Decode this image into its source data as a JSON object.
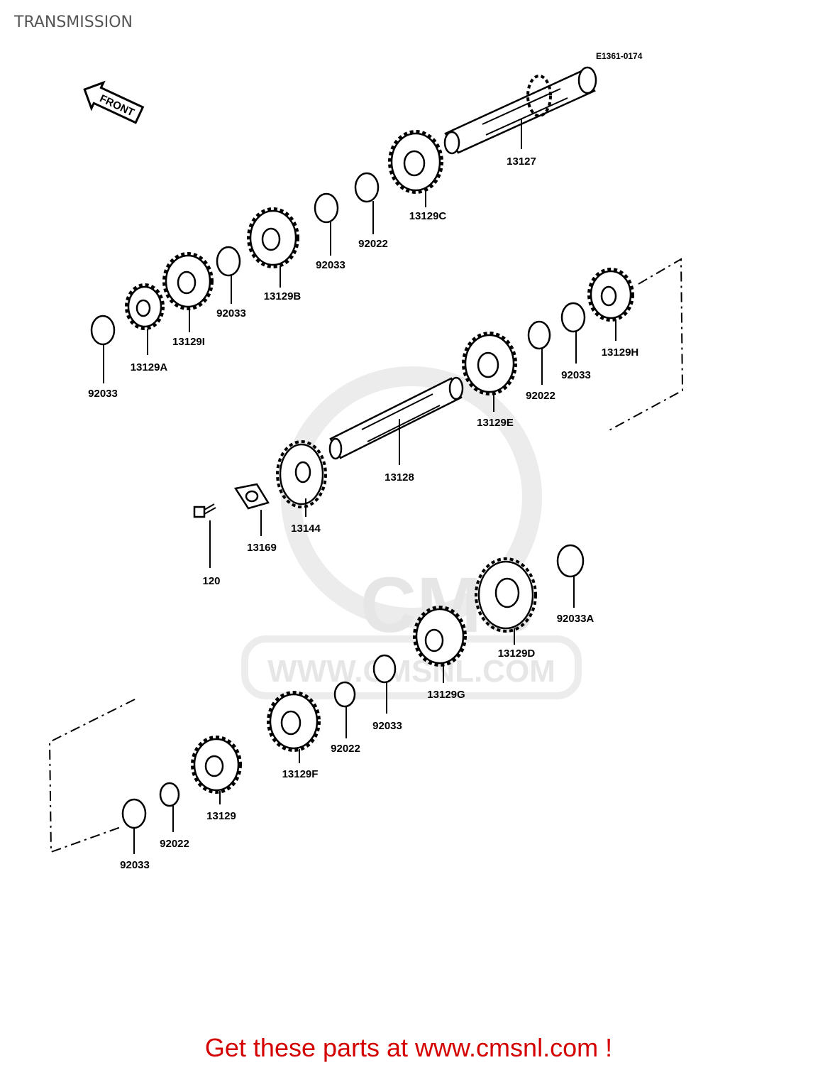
{
  "title": "TRANSMISSION",
  "diagram_ref": "E1361-0174",
  "front_label": "FRONT",
  "watermark": {
    "main": "CMS",
    "url": "WWW.CMSNL.COM"
  },
  "footer": "Get these parts at www.cmsnl.com !",
  "labels": {
    "p13127": "13127",
    "p13129C": "13129C",
    "p92022_a": "92022",
    "p92033_a": "92033",
    "p13129B": "13129B",
    "p92033_b": "92033",
    "p13129I": "13129I",
    "p13129A": "13129A",
    "p92033_c": "92033",
    "p13129H": "13129H",
    "p92033_d": "92033",
    "p92022_b": "92022",
    "p13129E": "13129E",
    "p13128": "13128",
    "p13144": "13144",
    "p13169": "13169",
    "p120": "120",
    "p92033A": "92033A",
    "p13129D": "13129D",
    "p13129G": "13129G",
    "p92033_e": "92033",
    "p92022_c": "92022",
    "p13129F": "13129F",
    "p13129": "13129",
    "p92022_d": "92022",
    "p92033_f": "92033"
  },
  "colors": {
    "footer": "#d40000",
    "title": "#555555",
    "watermark": "#e6e6e6"
  }
}
